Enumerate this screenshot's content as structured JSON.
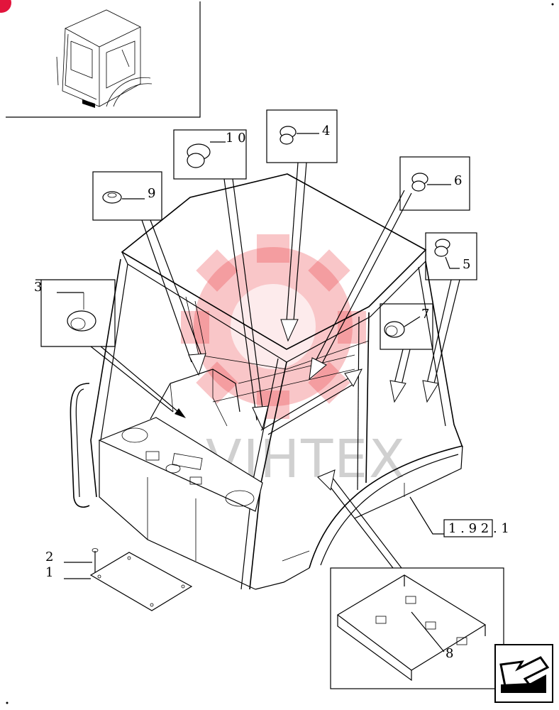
{
  "callouts": {
    "c1": "1",
    "c2": "2",
    "c3": "3",
    "c4": "4",
    "c5": "5",
    "c6": "6",
    "c7": "7",
    "c8": "8",
    "c9": "9",
    "c10": "1 0"
  },
  "reference": "1 . 9 2 . 1",
  "watermark": "VIHTEX",
  "colors": {
    "line": "#000000",
    "watermark": "#e8343a",
    "badge": "#e2143c"
  },
  "icons": {
    "nav": "next-page-arrow-icon"
  }
}
